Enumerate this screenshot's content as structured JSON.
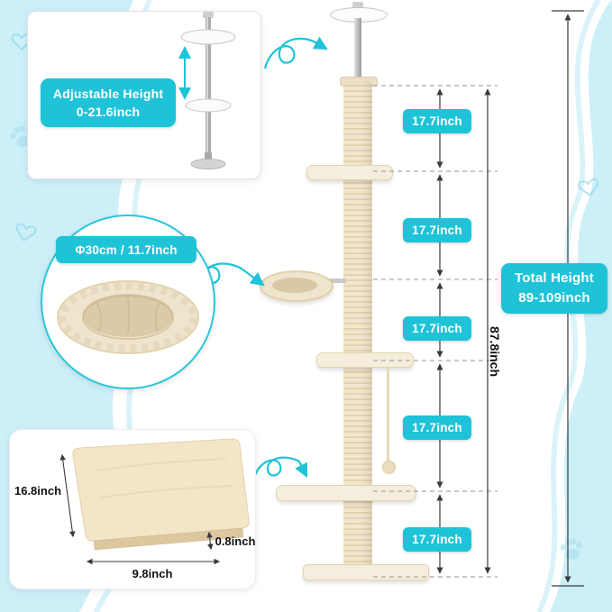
{
  "badges": {
    "adjustable": {
      "line1": "Adjustable Height",
      "line2": "0-21.6inch"
    },
    "hammock": "Φ30cm / 11.7inch",
    "mat": {
      "height": "16.8inch",
      "width": "9.8inch",
      "thickness": "0.8inch"
    },
    "segments": [
      "17.7inch",
      "17.7inch",
      "17.7inch",
      "17.7inch",
      "17.7inch"
    ],
    "pole_height": "87.8inch",
    "total": {
      "line1": "Total Height",
      "line2": "89-109inch"
    }
  },
  "colors": {
    "accent_teal": "#1fc3d8",
    "light_blue": "#cdeff8",
    "tree_beige": "#f0e5cc",
    "dimension_line": "#3a3a3a"
  }
}
